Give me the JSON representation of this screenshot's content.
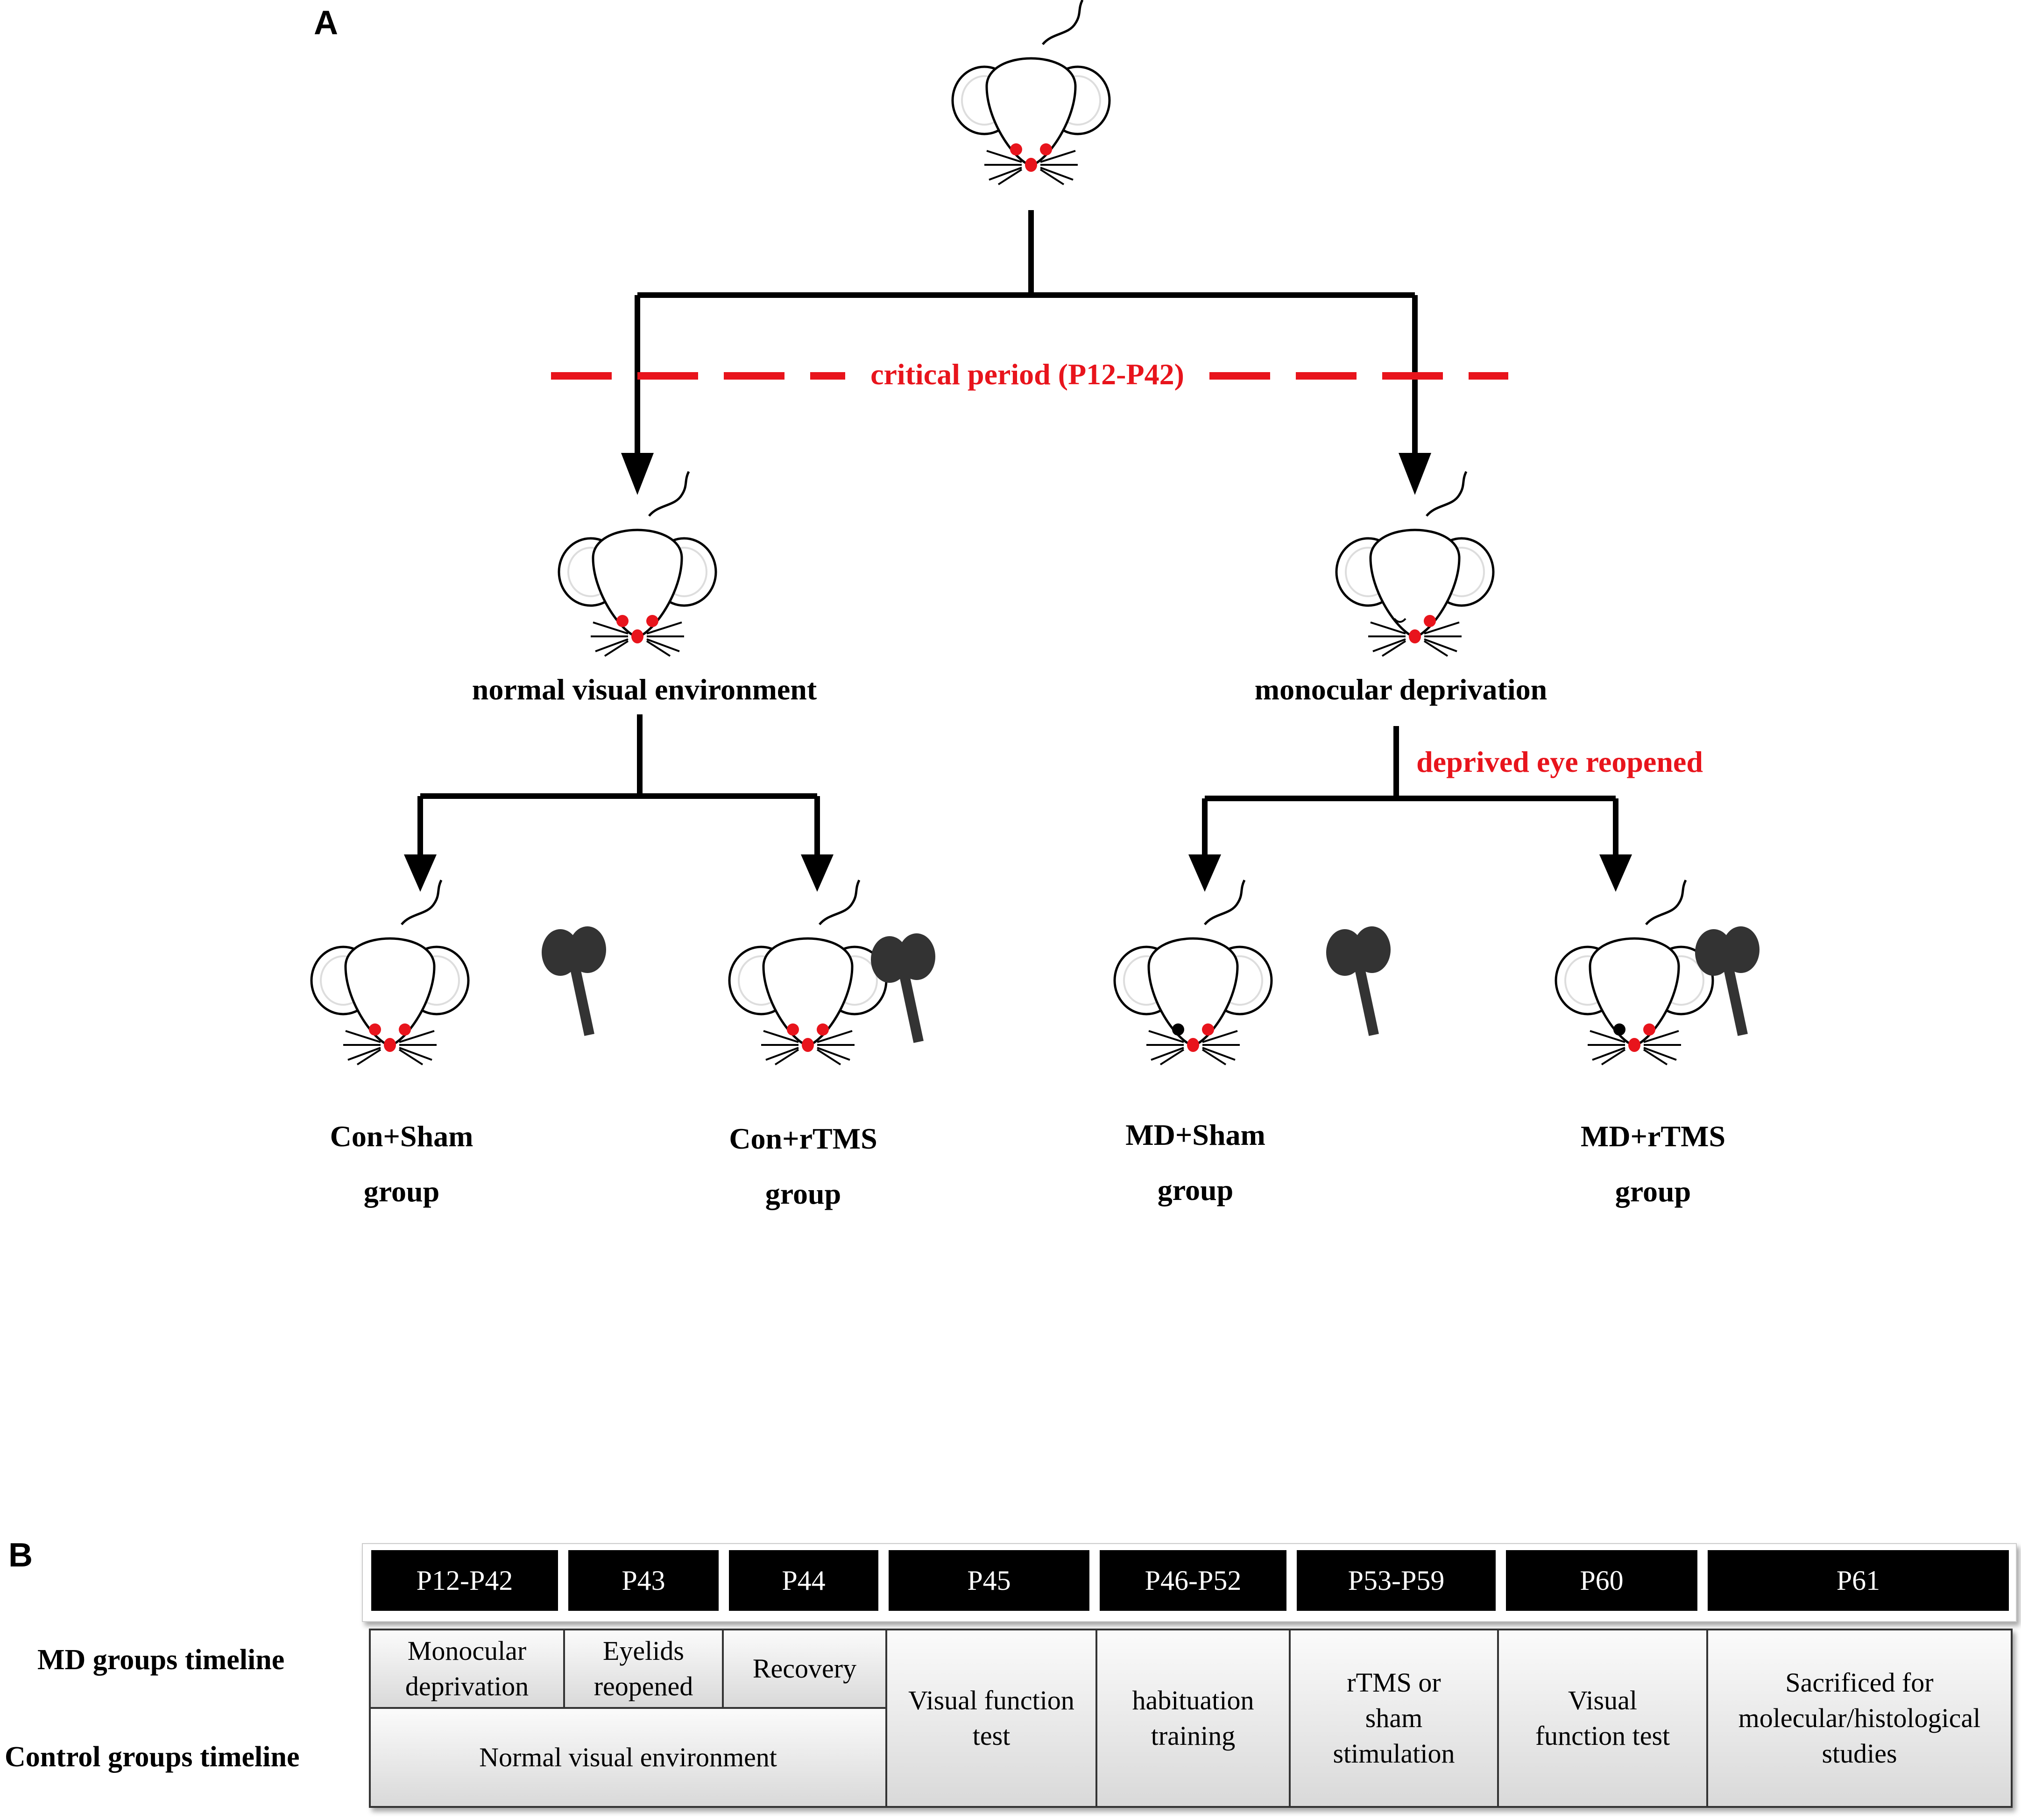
{
  "panels": {
    "a": "A",
    "b": "B"
  },
  "panel_a": {
    "critical_period": "critical period (P12-P42)",
    "normal_env": "normal visual environment",
    "monocular_deprivation": "monocular deprivation",
    "deprived_reopened": "deprived eye reopened",
    "groups": [
      {
        "line1": "Con+Sham",
        "line2": "group"
      },
      {
        "line1": "Con+rTMS",
        "line2": "group"
      },
      {
        "line1": "MD+Sham",
        "line2": "group"
      },
      {
        "line1": "MD+rTMS",
        "line2": "group"
      }
    ]
  },
  "panel_b": {
    "md_row_label": "MD groups timeline",
    "control_row_label": "Control groups timeline",
    "headers": [
      "P12-P42",
      "P43",
      "P44",
      "P45",
      "P46-P52",
      "P53-P59",
      "P60",
      "P61"
    ],
    "md_cells": [
      "Monocular deprivation",
      "Eyelids reopened",
      "Recovery"
    ],
    "control_cell": "Normal visual environment",
    "shared_cells": [
      "Visual function test",
      "habituation training",
      "rTMS or sham stimulation",
      "Visual function test",
      "Sacrificed for molecular/histological studies"
    ]
  },
  "colors": {
    "red": "#e8141c",
    "black": "#000000",
    "eye": "#e8141c"
  },
  "icons": [
    "mouse-icon",
    "tms-coil-icon"
  ]
}
